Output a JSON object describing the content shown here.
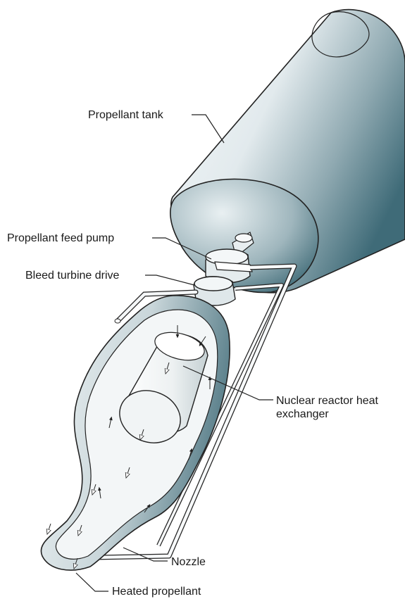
{
  "labels": {
    "propellant_tank": "Propellant tank",
    "propellant_feed_pump": "Propellant feed pump",
    "bleed_turbine_drive": "Bleed turbine drive",
    "nuclear_reactor_heat_exchanger": "Nuclear reactor heat exchanger",
    "nozzle": "Nozzle",
    "heated_propellant": "Heated propellant"
  },
  "colors": {
    "tank_light": "#f4f7f8",
    "tank_dark": "#3f6b78",
    "casing_light": "#e8eef0",
    "casing_dark": "#5b808b",
    "outline": "#222222"
  }
}
